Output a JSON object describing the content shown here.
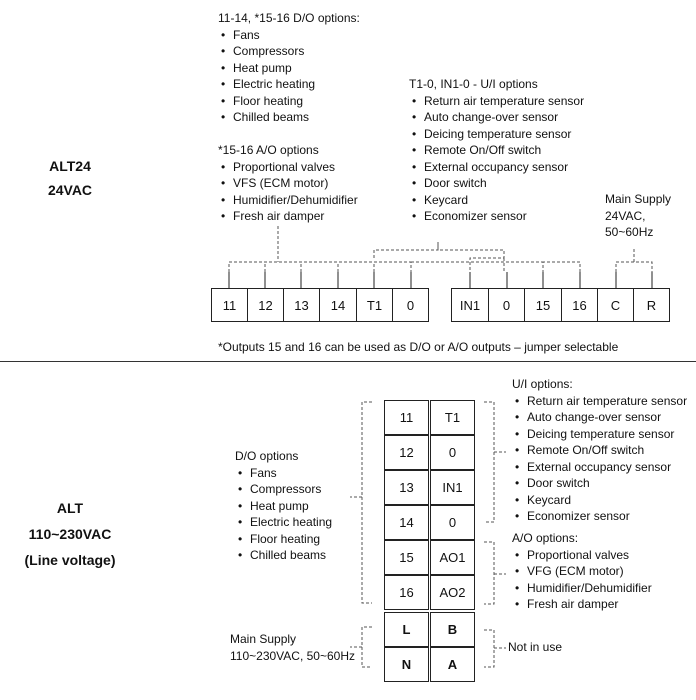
{
  "top": {
    "do_header": "11-14, *15-16 D/O options:",
    "do_items": [
      "Fans",
      "Compressors",
      "Heat pump",
      "Electric heating",
      "Floor heating",
      "Chilled beams"
    ],
    "ao_header": "*15-16 A/O options",
    "ao_items": [
      "Proportional valves",
      "VFS (ECM motor)",
      "Humidifier/Dehumidifier",
      "Fresh air damper"
    ],
    "ui_header": "T1-0, IN1-0 - U/I options",
    "ui_items": [
      "Return air temperature sensor",
      "Auto change-over sensor",
      "Deicing temperature sensor",
      "Remote On/Off switch",
      "External occupancy sensor",
      "Door switch",
      "Keycard",
      "Economizer sensor"
    ],
    "supply_line1": "Main Supply",
    "supply_line2": "24VAC, 50~60Hz",
    "model": "ALT24",
    "voltage": "24VAC",
    "terminals_a": [
      "11",
      "12",
      "13",
      "14",
      "T1",
      "0"
    ],
    "terminals_b": [
      "IN1",
      "0",
      "15",
      "16",
      "C",
      "R"
    ],
    "footnote": "*Outputs 15 and 16 can be used as D/O or A/O outputs – jumper selectable"
  },
  "bottom": {
    "model": "ALT",
    "voltage": "110~230VAC",
    "note": "(Line voltage)",
    "do_header": "D/O options",
    "do_items": [
      "Fans",
      "Compressors",
      "Heat pump",
      "Electric heating",
      "Floor heating",
      "Chilled beams"
    ],
    "ui_header": "U/I options:",
    "ui_items": [
      "Return air temperature sensor",
      "Auto change-over sensor",
      "Deicing temperature sensor",
      "Remote On/Off switch",
      "External occupancy sensor",
      "Door switch",
      "Keycard",
      "Economizer sensor"
    ],
    "ao_header": "A/O options:",
    "ao_items": [
      "Proportional valves",
      "VFG (ECM motor)",
      "Humidifier/Dehumidifier",
      "Fresh air damper"
    ],
    "supply_line1": "Main Supply",
    "supply_line2": "110~230VAC, 50~60Hz",
    "not_in_use": "Not in use",
    "left_column": [
      "11",
      "12",
      "13",
      "14",
      "15",
      "16",
      "L",
      "N"
    ],
    "right_column": [
      "T1",
      "0",
      "IN1",
      "0",
      "AO1",
      "AO2",
      "B",
      "A"
    ]
  }
}
